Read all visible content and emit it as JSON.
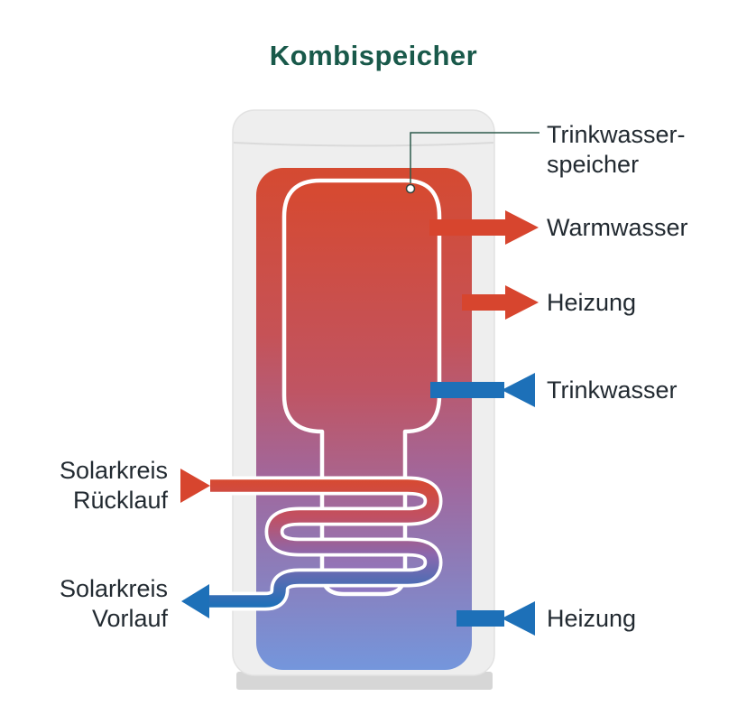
{
  "title": "Kombispeicher",
  "colors": {
    "red": "#d7452e",
    "blue": "#1d70b8",
    "title_green": "#19594a",
    "text": "#222a31",
    "tank_gray": "#eeeeee"
  },
  "labels": {
    "inner_tank": {
      "line1": "Trinkwasser-",
      "line2": "speicher"
    },
    "warmwasser": "Warmwasser",
    "heizung_top": "Heizung",
    "trinkwasser": "Trinkwasser",
    "solar_ruecklauf": {
      "line1": "Solarkreis",
      "line2": "Rücklauf"
    },
    "solar_vorlauf": {
      "line1": "Solarkreis",
      "line2": "Vorlauf"
    },
    "heizung_bottom": "Heizung"
  }
}
